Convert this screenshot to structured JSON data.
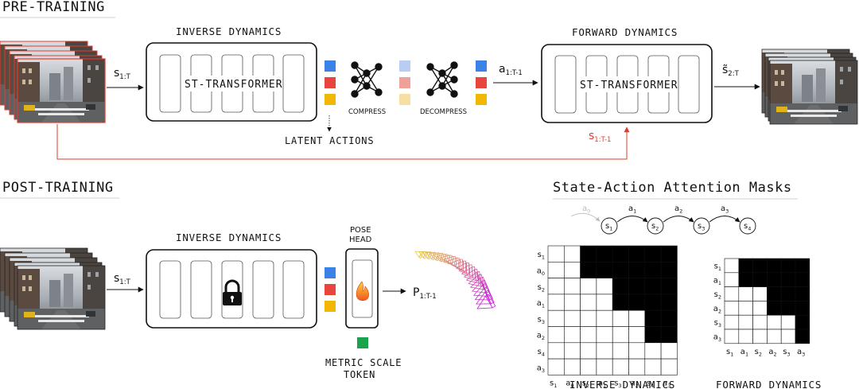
{
  "pretraining": {
    "title": "PRE-TRAINING",
    "inverse_title": "INVERSE DYNAMICS",
    "forward_title": "FORWARD DYNAMICS",
    "st_label": "ST-TRANSFORMER",
    "input_label": {
      "main": "s",
      "sub": "1:T"
    },
    "latent_actions": "LATENT ACTIONS",
    "compress": "COMPRESS",
    "decompress": "DECOMPRESS",
    "action_label": {
      "main": "a",
      "sub": "1:T-1"
    },
    "prev_state_label": {
      "main": "s",
      "sub": "1:T-1"
    },
    "output_label": {
      "main": "s̃",
      "sub": "2:T"
    }
  },
  "posttraining": {
    "title": "POST-TRAINING",
    "inverse_title": "INVERSE DYNAMICS",
    "input_label": {
      "main": "s",
      "sub": "1:T"
    },
    "pose_head": [
      "POSE",
      "HEAD"
    ],
    "pose_label": {
      "main": "P",
      "sub": "1:T-1"
    },
    "metric_token": [
      "METRIC SCALE",
      "TOKEN"
    ]
  },
  "attention": {
    "title": "State-Action Attention Masks",
    "chain": {
      "states": [
        "s1",
        "s2",
        "s3",
        "s4"
      ],
      "actions": [
        "a0",
        "a1",
        "a2",
        "a3"
      ]
    },
    "inverse": {
      "caption": "INVERSE DYNAMICS",
      "labels": [
        "s1",
        "a0",
        "s2",
        "a1",
        "s3",
        "a2",
        "s4",
        "a3"
      ]
    },
    "forward": {
      "caption": "FORWARD DYNAMICS",
      "labels": [
        "s1",
        "a1",
        "s2",
        "a2",
        "s3",
        "a3"
      ]
    }
  },
  "colors": {
    "latent": [
      "#3b82e6",
      "#e8453c",
      "#f2b705"
    ],
    "latent_faded": [
      "#b9cdf2",
      "#efa199",
      "#f6dfa3"
    ],
    "metric": "#1aa34a",
    "skip_line": "#e33b2e"
  }
}
